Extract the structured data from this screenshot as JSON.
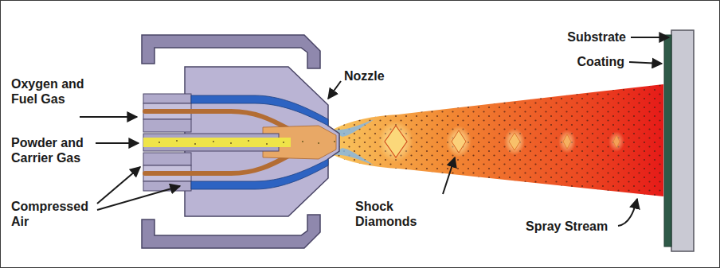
{
  "diagram": {
    "labels": [
      "Substrate",
      "Coating",
      "Nozzle",
      "Oxygen and Fuel Gas",
      "Powder and Carrier Gas",
      "Compressed Air",
      "Shock Diamonds",
      "Spray Stream"
    ]
  }
}
